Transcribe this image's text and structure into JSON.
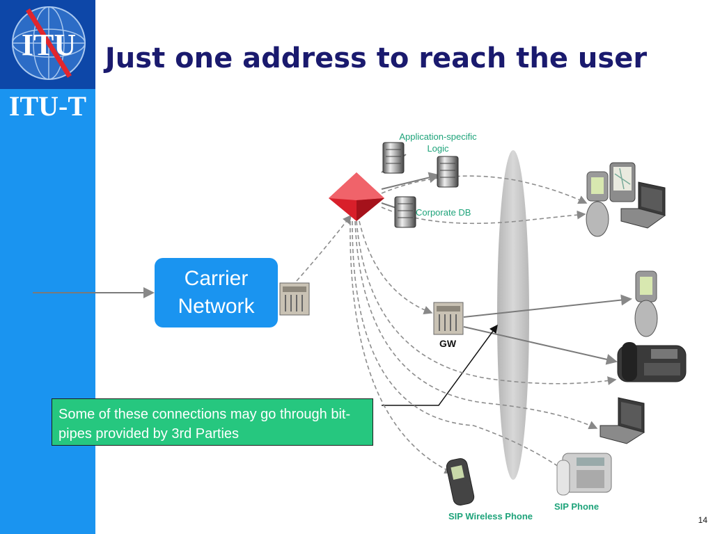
{
  "sidebar": {
    "logo_text": "ITU",
    "brand": "ITU-T"
  },
  "title": "Just one address to reach the user",
  "diagram": {
    "carrier_network": "Carrier Network",
    "app_logic": "Application-specific Logic",
    "corporate_db": "Corporate DB",
    "gw": "GW",
    "sip_phone": "SIP Phone",
    "sip_wireless_phone": "SIP Wireless Phone",
    "callout": "Some of these connections may go through bit-pipes provided by 3rd Parties"
  },
  "page_number": "14",
  "colors": {
    "sidebar": "#1a94f0",
    "logo_bg": "#0d47a8",
    "title": "#1a1a6e",
    "label_green": "#1ea37a",
    "callout_bg": "#26c77f",
    "router_red": "#d81f2a"
  }
}
